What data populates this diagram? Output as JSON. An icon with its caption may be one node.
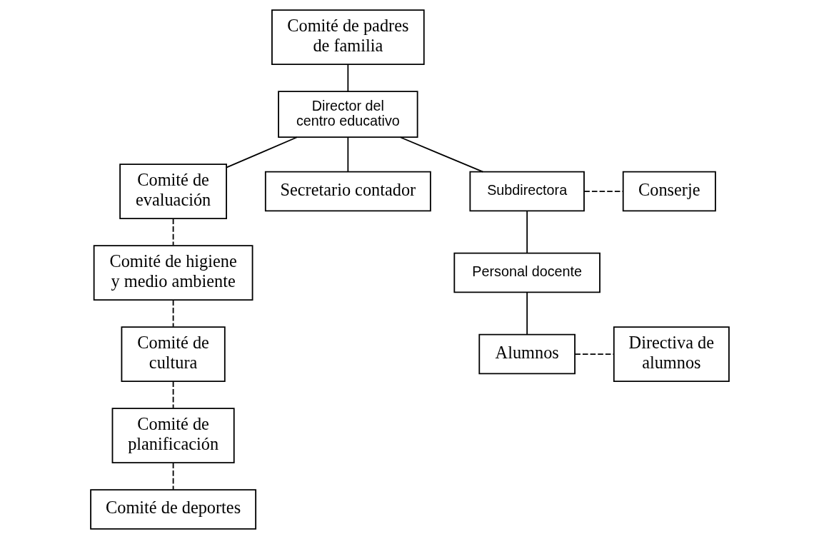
{
  "diagram": {
    "nodes": [
      {
        "text": [
          "Comité de padres de familia"
        ]
      },
      {
        "text": [
          "Director del centro educativo"
        ]
      },
      {
        "text": [
          "Comité de evaluación"
        ]
      },
      {
        "text": [
          "Secretario contador"
        ]
      },
      {
        "text": [
          "Subdirectora"
        ]
      },
      {
        "text": [
          "Conserje"
        ]
      },
      {
        "text": [
          "Comité de higiene y medio ambiente"
        ]
      },
      {
        "text": [
          "Personal docente"
        ]
      },
      {
        "text": [
          "Comité de cultura"
        ]
      },
      {
        "text": [
          "Alumnos"
        ]
      },
      {
        "text": [
          "Directiva de alumnos"
        ]
      },
      {
        "text": [
          "Comité de planificación"
        ]
      },
      {
        "text": [
          "Comité de deportes"
        ]
      }
    ],
    "edges": [
      {
        "from": 0,
        "to": 1,
        "arrow": "none"
      },
      {
        "from": 1,
        "to": 2,
        "arrow": "none"
      },
      {
        "from": 1,
        "to": 3,
        "arrow": "none"
      },
      {
        "from": 1,
        "to": 4,
        "arrow": "none"
      },
      {
        "from": 4,
        "to": 7,
        "arrow": "none"
      },
      {
        "from": 4,
        "to": 5,
        "arrow": "none",
        "style": "dashed"
      },
      {
        "from": 7,
        "to": 9,
        "arrow": "none"
      },
      {
        "from": 9,
        "to": 10,
        "arrow": "none",
        "style": "dashed"
      },
      {
        "from": 2,
        "to": 6,
        "arrow": "none",
        "style": "dashed"
      },
      {
        "from": 6,
        "to": 8,
        "arrow": "none",
        "style": "dashed"
      },
      {
        "from": 8,
        "to": 11,
        "arrow": "none",
        "style": "dashed"
      },
      {
        "from": 11,
        "to": 12,
        "arrow": "none",
        "style": "dashed"
      }
    ]
  }
}
